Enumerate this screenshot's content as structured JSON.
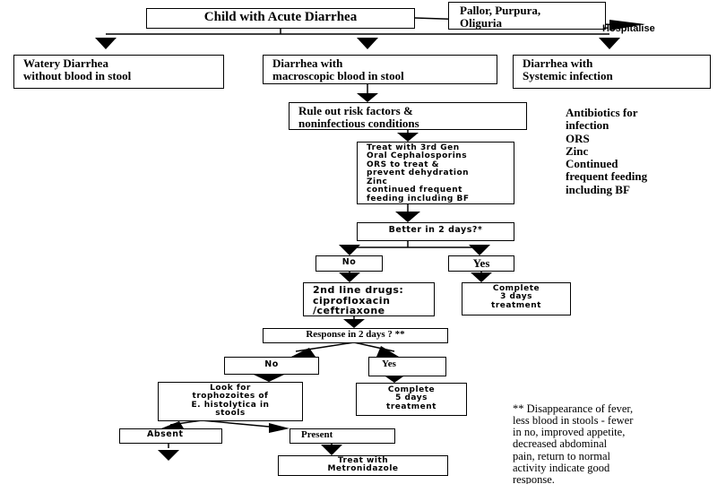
{
  "nodes": {
    "root": "Child with Acute Diarrhea",
    "pallor": "Pallor, Purpura,\nOliguria",
    "hospitalise": "Hospitalise",
    "watery": "Watery Diarrhea\nwithout blood in stool",
    "bloody": "Diarrhea with\nmacroscopic blood in stool",
    "systemic": "Diarrhea with\nSystemic infection",
    "rule_out": "Rule out  risk factors &\nnoninfectious conditions",
    "antibiotics": "Antibiotics for\ninfection\nORS\nZinc\nContinued\nfrequent feeding\nincluding BF",
    "treat": "Treat with 3rd Gen\nOral  Cephalosporins\nORS to treat &\nprevent dehydration\nZinc\ncontinued frequent\nfeeding including BF",
    "better": "Better in 2 days?*",
    "no1": "No",
    "yes1": "Yes",
    "second_line": "2nd line drugs:\nciprofloxacin\n/ceftriaxone",
    "complete3": "Complete\n3 days\ntreatment",
    "response": "Response in 2 days ? **",
    "no2": "No",
    "yes2": "Yes",
    "look_for": "Look for\ntrophozoites of\nE. histolytica in\nstools",
    "complete5": "Complete\n5 days\ntreatment",
    "absent": "Absent",
    "present": "Present",
    "metronidazole": "Treat with\nMetronidazole"
  },
  "footnote": "**  Disappearance of fever,\nless blood in stools - fewer\nin no, improved appetite,\ndecreased abdominal\n pain, return to  normal\nactivity indicate good\nresponse."
}
